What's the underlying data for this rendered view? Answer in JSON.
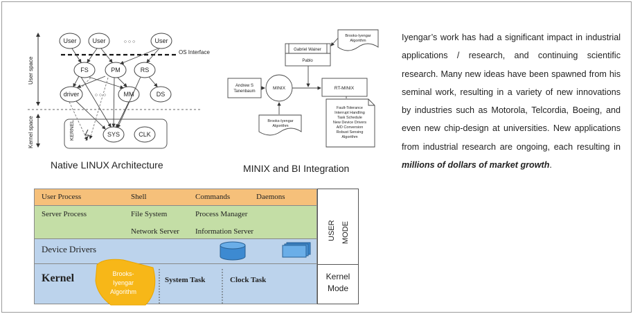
{
  "linux_arch": {
    "caption": "Native LINUX Architecture",
    "user_space_label": "User space",
    "kernel_space_label": "Kernel space",
    "os_interface_label": "OS Interface",
    "kernel_label": "KERNEL",
    "nodes": {
      "user1": "User",
      "user2": "User",
      "user3": "User",
      "dots_top": "○  ○  ○",
      "fs": "FS",
      "pm": "PM",
      "rs": "RS",
      "driver": "driver",
      "dots_mid": "○  ○  ○",
      "mm": "MM",
      "ds": "DS",
      "sys": "SYS",
      "clk": "CLK"
    }
  },
  "minix_bi": {
    "caption": "MINIX and BI Integration",
    "gabriel": "Gabriel Wainer",
    "pablo": "Pablo",
    "brooks_top": [
      "Brooks-Iyengar",
      "Algorithm"
    ],
    "andrew": [
      "Andrew S",
      "Tanenbaum"
    ],
    "minix": "MINIX",
    "rt_minix": "RT-MINIX",
    "brooks_bottom": [
      "Brooks-Iyengar",
      "Algorithm"
    ],
    "features": [
      "Fault-Tolerance",
      "Interrupt Handling",
      "Task Schedule",
      "New Device Drivers",
      "A/D Conversion",
      "Robust Sensing",
      "Algorithm"
    ]
  },
  "minix_stack": {
    "row1": {
      "user_process": "User Process",
      "shell": "Shell",
      "commands": "Commands",
      "daemons": "Daemons"
    },
    "row2": {
      "server_process": "Server Process",
      "file_system": "File System",
      "process_manager": "Process Manager",
      "network_server": "Network Server",
      "information_server": "Information Server"
    },
    "row3": {
      "device_drivers": "Device Drivers"
    },
    "row4": {
      "kernel": "Kernel",
      "system_task": "System Task",
      "clock_task": "Clock Task"
    },
    "brooks_badge": [
      "Brooks-",
      "Iyengar",
      "Algorithm"
    ],
    "user_mode": [
      "USER",
      "MODE"
    ],
    "kernel_mode": [
      "Kernel",
      "Mode"
    ]
  },
  "paragraph": {
    "text": "Iyengar’s work has had a significant impact in industrial applications / research, and continuing scientific research. Many new ideas have been spawned from his seminal work, resulting in a variety of new innovations by industries such as Motorola, Telcordia, Boeing, and even new chip-design at universities. New applications from industrial research are ongoing, each resulting in ",
    "emphasis": "millions of dollars of market growth",
    "end": "."
  }
}
